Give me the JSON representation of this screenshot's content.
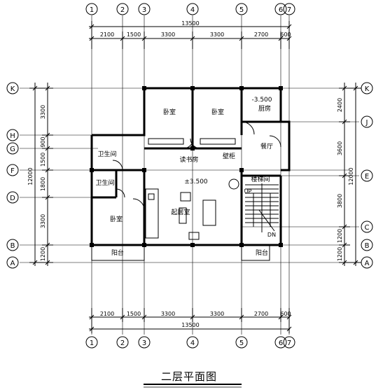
{
  "dimensions": {
    "total": "13500",
    "spans": [
      "2100",
      "1500",
      "3300",
      "3300",
      "2700",
      "600"
    ],
    "left": [
      "3300",
      "900",
      "1500",
      "1800",
      "3300",
      "1200"
    ],
    "left_total": "12000",
    "right": [
      "2400",
      "3600",
      "3800",
      "1200",
      "1200"
    ],
    "right_total": "12000"
  },
  "axes": {
    "columns": [
      "1",
      "2",
      "3",
      "4",
      "5",
      "6",
      "7"
    ],
    "rows_left": [
      "K",
      "H",
      "G",
      "F",
      "D",
      "B",
      "A"
    ],
    "rows_right": [
      "K",
      "J",
      "E",
      "C",
      "B",
      "A"
    ]
  },
  "rooms": {
    "bedroom_1": "卧室",
    "bedroom_2": "卧室",
    "kitchen": "厨房",
    "kitchen_level": "-3.500",
    "bath_1": "卫生间",
    "bath_2": "卫生间",
    "dining": "餐厅",
    "study": "读书房",
    "cabinet": "壁柜",
    "level": "±3.500",
    "living": "起居室",
    "bedroom_3": "卧室",
    "stair": "楼梯间",
    "stair_up": "UP",
    "stair_dn": "DN",
    "balcony_1": "阳台",
    "balcony_2": "阳台"
  },
  "title": "二层平面图"
}
